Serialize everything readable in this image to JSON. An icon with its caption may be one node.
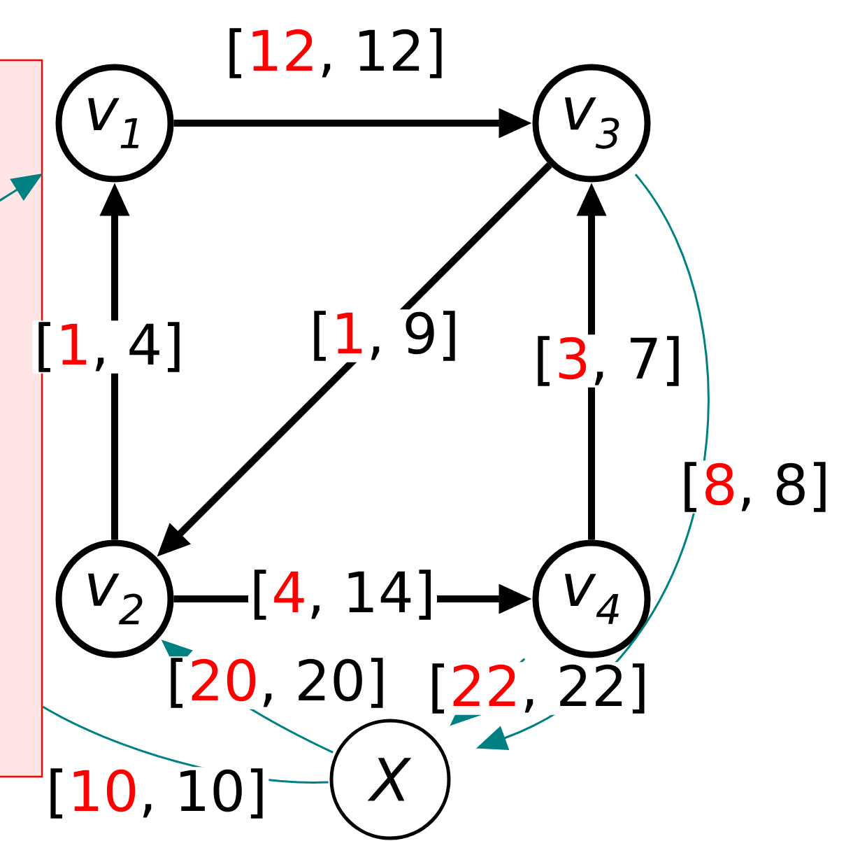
{
  "diagram": {
    "nodes": [
      {
        "text": [],
        "shape": "box"
      },
      {
        "text": [
          "v$_{1}$"
        ]
      },
      {
        "text": [
          "v$_{3}$"
        ]
      },
      {
        "text": [
          "v$_{2}$"
        ]
      },
      {
        "text": [
          "v$_{4}$"
        ]
      },
      {
        "text": [
          "X"
        ]
      }
    ],
    "edges": [
      {
        "from": 1,
        "to": 2,
        "arrow": "to",
        "label": "[12, 12]",
        "style": "thick"
      },
      {
        "from": 2,
        "to": 3,
        "arrow": "to",
        "label": "[1, 9]",
        "style": "thick"
      },
      {
        "from": 3,
        "to": 1,
        "arrow": "to",
        "label": "[1, 4]",
        "style": "thick"
      },
      {
        "from": 4,
        "to": 2,
        "arrow": "to",
        "label": "[3, 7]",
        "style": "thick"
      },
      {
        "from": 3,
        "to": 4,
        "arrow": "to",
        "label": "[4, 14]",
        "style": "thick"
      },
      {
        "from": 5,
        "to": 3,
        "arrow": "to",
        "label": "[20, 20]",
        "color": "#008080"
      },
      {
        "from": 4,
        "to": 5,
        "arrow": "to",
        "label": "[22, 22]",
        "color": "#008080"
      },
      {
        "from": 2,
        "to": 5,
        "arrow": "to",
        "label": "[8, 8]",
        "color": "#008080"
      },
      {
        "from": 5,
        "to": 0,
        "arrow": "none",
        "label": "[10, 10]",
        "color": "#008080"
      },
      {
        "from": null,
        "to": 0,
        "arrow": "to",
        "color": "#008080"
      }
    ]
  }
}
